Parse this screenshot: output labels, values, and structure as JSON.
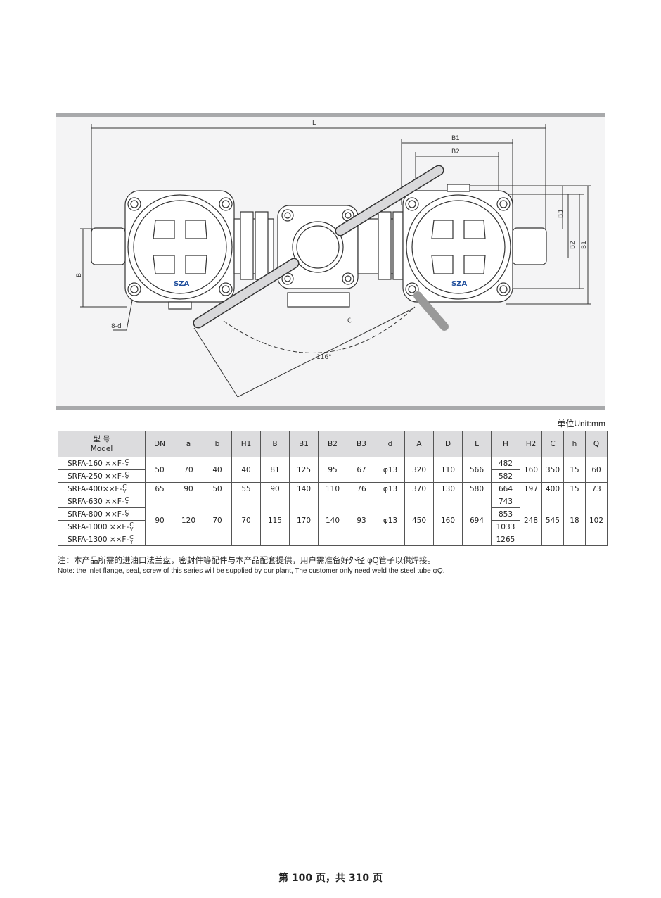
{
  "drawing": {
    "dim_L": "L",
    "dim_B1": "B1",
    "dim_B2": "B2",
    "dim_B3": "B3",
    "dim_B": "B",
    "dim_C": "C",
    "dim_8d": "8-d",
    "angle_label": "116°",
    "logo_text": "SZA"
  },
  "unit_label": "单位Unit:mm",
  "table": {
    "model_header_cn": "型  号",
    "model_header_en": "Model",
    "headers": [
      "DN",
      "a",
      "b",
      "H1",
      "B",
      "B1",
      "B2",
      "B3",
      "d",
      "A",
      "D",
      "L",
      "H",
      "H2",
      "C",
      "h",
      "Q"
    ],
    "models": [
      "SRFA-160 ××F-",
      "SRFA-250 ××F-",
      "SRFA-400××F-",
      "SRFA-630 ××F-",
      "SRFA-800 ××F-",
      "SRFA-1000 ××F-",
      "SRFA-1300 ××F-"
    ],
    "suffix_top": "C",
    "suffix_bottom": "Y",
    "group1": {
      "DN": "50",
      "a": "70",
      "b": "40",
      "H1": "40",
      "B": "81",
      "B1": "125",
      "B2": "95",
      "B3": "67",
      "d": "φ13",
      "A": "320",
      "D": "110",
      "L": "566",
      "H": [
        "482",
        "582"
      ],
      "H2": "160",
      "C": "350",
      "h": "15",
      "Q": "60"
    },
    "group2": {
      "DN": "65",
      "a": "90",
      "b": "50",
      "H1": "55",
      "B": "90",
      "B1": "140",
      "B2": "110",
      "B3": "76",
      "d": "φ13",
      "A": "370",
      "D": "130",
      "L": "580",
      "H": "664",
      "H2": "197",
      "C": "400",
      "h": "15",
      "Q": "73"
    },
    "group3": {
      "DN": "90",
      "a": "120",
      "b": "70",
      "H1": "70",
      "B": "115",
      "B1": "170",
      "B2": "140",
      "B3": "93",
      "d": "φ13",
      "A": "450",
      "D": "160",
      "L": "694",
      "H": [
        "743",
        "853",
        "1033",
        "1265"
      ],
      "H2": "248",
      "C": "545",
      "h": "18",
      "Q": "102"
    }
  },
  "note_cn": "注：本产品所需的进油口法兰盘，密封件等配件与本产品配套提供，用户需准备好外径 φQ管子以供焊接。",
  "note_en": "Note: the inlet flange, seal, screw of this series will be supplied by our plant, The customer only need weld the steel tube  φQ.",
  "footer": "第 100 页，共 310 页",
  "colors": {
    "frame_bar": "#a8a9ab",
    "table_header_bg": "#dcdcde",
    "logo_red": "#d0212a",
    "logo_blue": "#1f4e9c"
  }
}
